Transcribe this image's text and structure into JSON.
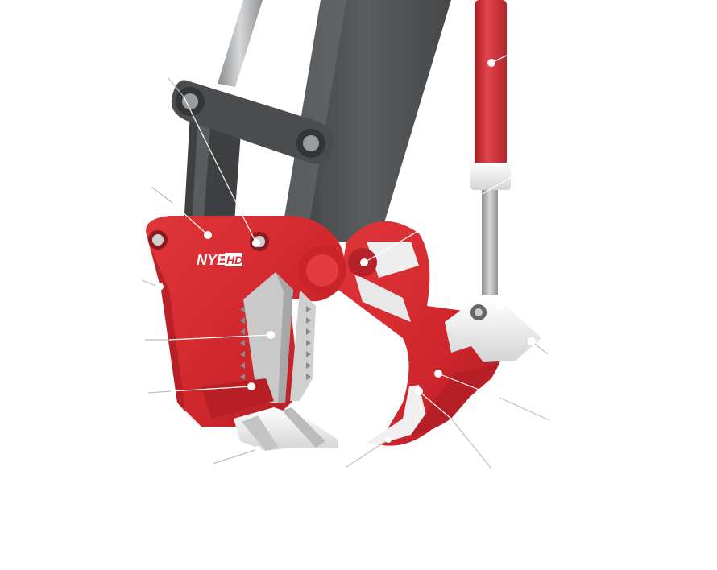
{
  "figure": {
    "brand": {
      "prefix": "NYE",
      "suffix": "HD"
    },
    "colors": {
      "background": "#ffffff",
      "body_red": "#d42a30",
      "body_red_dark": "#9e1b20",
      "arm_gray": "#555759",
      "arm_gray_dark": "#3d3f41",
      "teeth_white": "#eeeeee",
      "leader": "#ffffff"
    },
    "callouts": [
      {
        "id": "hydraulic-cylinder"
      },
      {
        "id": "cylinder-rod-pivot"
      },
      {
        "id": "linkage-pin"
      },
      {
        "id": "main-pivot"
      },
      {
        "id": "body-frame"
      },
      {
        "id": "frame-side-plate"
      },
      {
        "id": "serrated-jaw-insert"
      },
      {
        "id": "lower-jaw-edge"
      },
      {
        "id": "fixed-jaw-teeth"
      },
      {
        "id": "thumb-teeth"
      },
      {
        "id": "thumb-arm"
      },
      {
        "id": "thumb-wear-edge"
      },
      {
        "id": "thumb-tip"
      },
      {
        "id": "cylinder-clevis"
      }
    ]
  }
}
